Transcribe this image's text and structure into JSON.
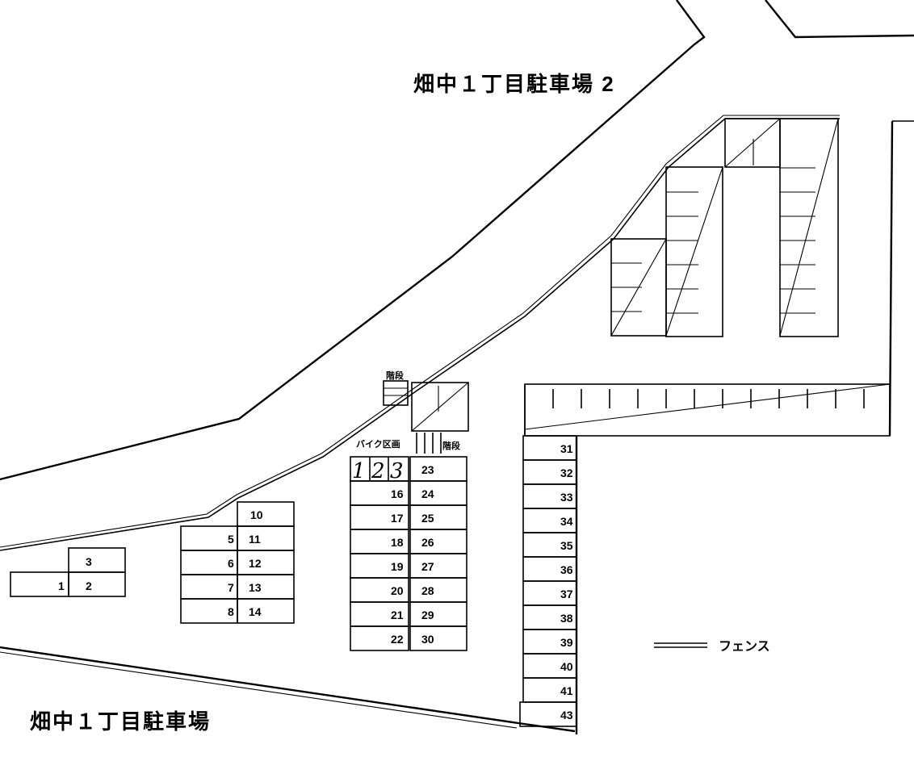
{
  "titles": {
    "lot2": "畑中１丁目駐車場 2",
    "lot1": "畑中１丁目駐車場"
  },
  "labels": {
    "stairs_top": "階段",
    "stairs_mid": "階段",
    "bike_area": "バイク区画",
    "legend_fence": "フェンス"
  },
  "bike_slots": [
    "1",
    "2",
    "3"
  ],
  "spaces": {
    "s1": "1",
    "s2": "2",
    "s3": "3",
    "s5": "5",
    "s6": "6",
    "s7": "7",
    "s8": "8",
    "s10": "10",
    "s11": "11",
    "s12": "12",
    "s13": "13",
    "s14": "14",
    "s16": "16",
    "s17": "17",
    "s18": "18",
    "s19": "19",
    "s20": "20",
    "s21": "21",
    "s22": "22",
    "s23": "23",
    "s24": "24",
    "s25": "25",
    "s26": "26",
    "s27": "27",
    "s28": "28",
    "s29": "29",
    "s30": "30",
    "s31": "31",
    "s32": "32",
    "s33": "33",
    "s34": "34",
    "s35": "35",
    "s36": "36",
    "s37": "37",
    "s38": "38",
    "s39": "39",
    "s40": "40",
    "s41": "41",
    "s43": "43"
  }
}
